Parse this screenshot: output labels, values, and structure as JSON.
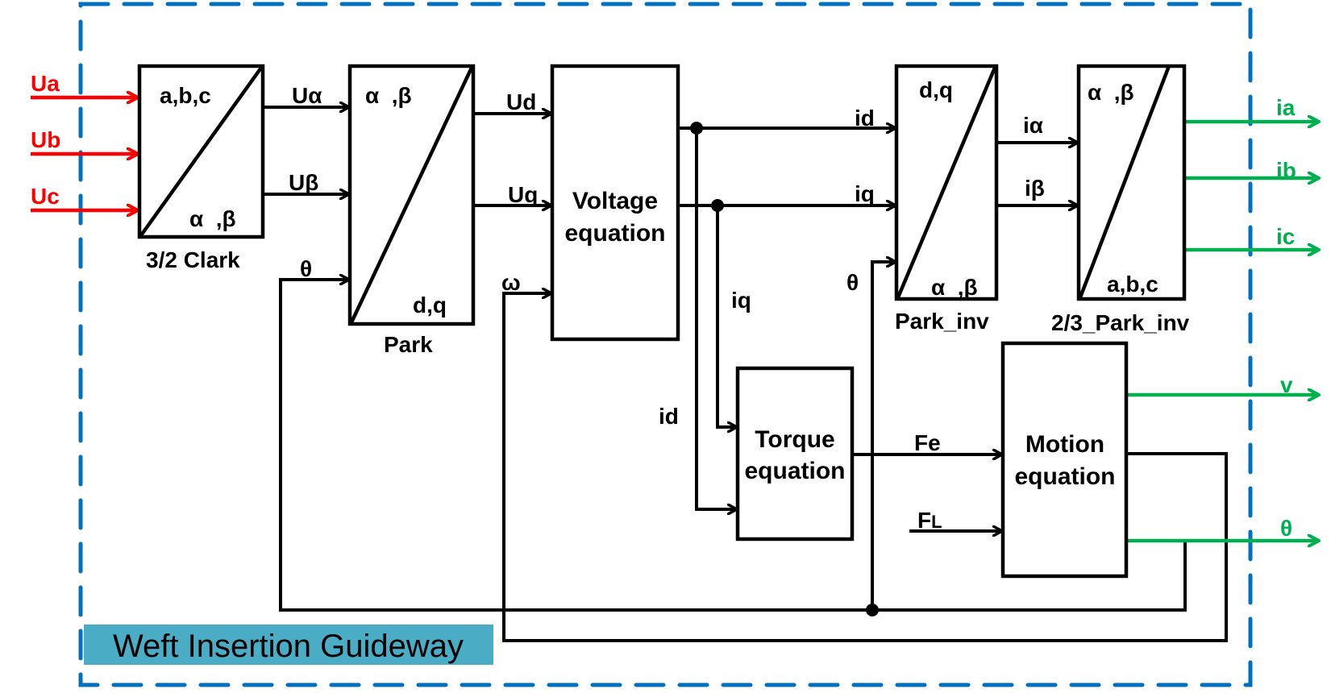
{
  "diagram": {
    "title": "Weft Insertion Guideway",
    "colors": {
      "boundary": "#0070c0",
      "title_bg": "#4bacc6",
      "input": "#ff0000",
      "output": "#00b050",
      "wire": "#000000"
    },
    "inputs": [
      {
        "id": "ua",
        "label": "Ua"
      },
      {
        "id": "ub",
        "label": "Ub"
      },
      {
        "id": "uc",
        "label": "Uc"
      }
    ],
    "outputs": [
      {
        "id": "ia",
        "label": "ia"
      },
      {
        "id": "ib",
        "label": "ib"
      },
      {
        "id": "ic",
        "label": "ic"
      },
      {
        "id": "v",
        "label": "v"
      },
      {
        "id": "theta",
        "label": "θ"
      }
    ],
    "blocks": {
      "clark": {
        "name": "3/2 Clark",
        "top": "a,b,c",
        "bottom": "α  ,β"
      },
      "park": {
        "name": "Park",
        "top": "α  ,β",
        "bottom": "d,q"
      },
      "voltage": {
        "line1": "Voltage",
        "line2": "equation"
      },
      "park_inv": {
        "name": "Park_inv",
        "top": "d,q",
        "bottom": "α  ,β"
      },
      "park_inv_23": {
        "name": "2/3_Park_inv",
        "top": "α  ,β",
        "bottom": "a,b,c"
      },
      "torque": {
        "line1": "Torque",
        "line2": "equation"
      },
      "motion": {
        "line1": "Motion",
        "line2": "equation"
      }
    },
    "signals": {
      "u_alpha": "Uα",
      "u_beta": "Uβ",
      "theta_park": "θ",
      "ud": "Ud",
      "uq": "Uq",
      "omega": "ω",
      "id_parkinv": "id",
      "iq_parkinv": "iq",
      "theta_parkinv": "θ",
      "iq_torque": "iq",
      "id_torque": "id",
      "i_alpha": "iα",
      "i_beta": "iβ",
      "fe": "Fe",
      "fl_main": "F",
      "fl_sub": "L"
    }
  }
}
